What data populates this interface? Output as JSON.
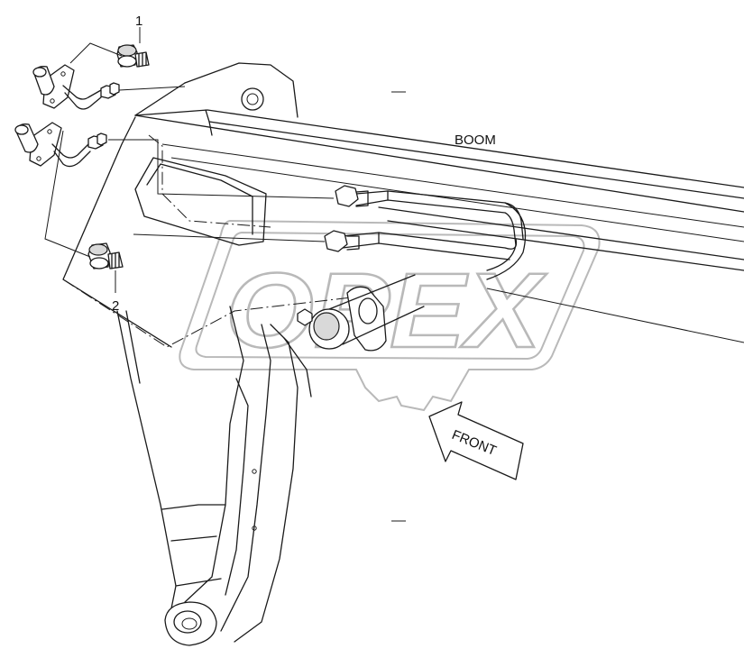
{
  "labels": {
    "boom": "BOOM",
    "front": "FRONT",
    "callout_1": "1",
    "callout_2": "2"
  },
  "watermark": "OPEX",
  "colors": {
    "line": "#1a1a1a",
    "watermark": "#b9b9b9",
    "background": "#ffffff"
  }
}
